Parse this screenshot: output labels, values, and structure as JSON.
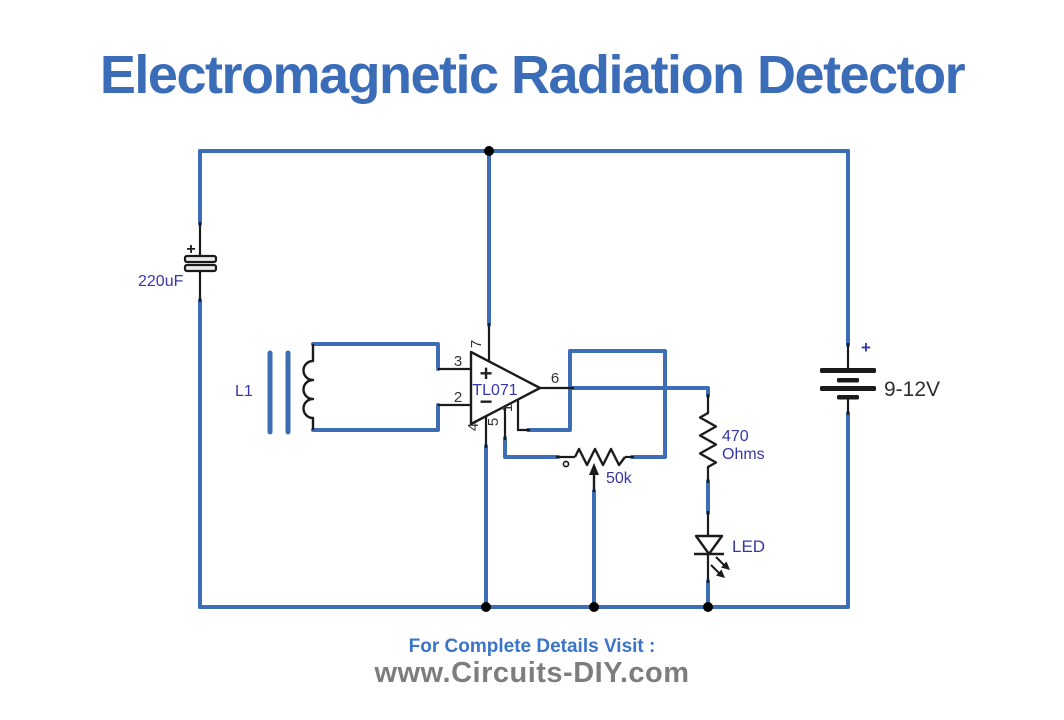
{
  "title": "Electromagnetic Radiation Detector",
  "colors": {
    "wire": "#3d6db5",
    "symbol": "#1b1b1b",
    "label": "#3636ac",
    "pin": "#333333",
    "title": "#3a6cb8",
    "value-dark": "#2e2e2e",
    "footer-blue": "#3b74c9",
    "footer-gray": "#7d7d7d"
  },
  "components": {
    "capacitor": {
      "value": "220uF",
      "polarity": "+"
    },
    "inductor": {
      "label": "L1"
    },
    "opamp": {
      "part": "TL071",
      "noninverting_sign": "+",
      "inverting_sign": "−",
      "pins": {
        "p1": "1",
        "p2": "2",
        "p3": "3",
        "p4": "4",
        "p5": "5",
        "p6": "6",
        "p7": "7"
      }
    },
    "potentiometer": {
      "value": "50k"
    },
    "resistor": {
      "value": "470",
      "unit": "Ohms"
    },
    "led": {
      "label": "LED"
    },
    "battery": {
      "value": "9-12V",
      "polarity": "+"
    }
  },
  "footer": {
    "visit_text": "For Complete Details Visit :",
    "website": "www.Circuits-DIY.com"
  }
}
